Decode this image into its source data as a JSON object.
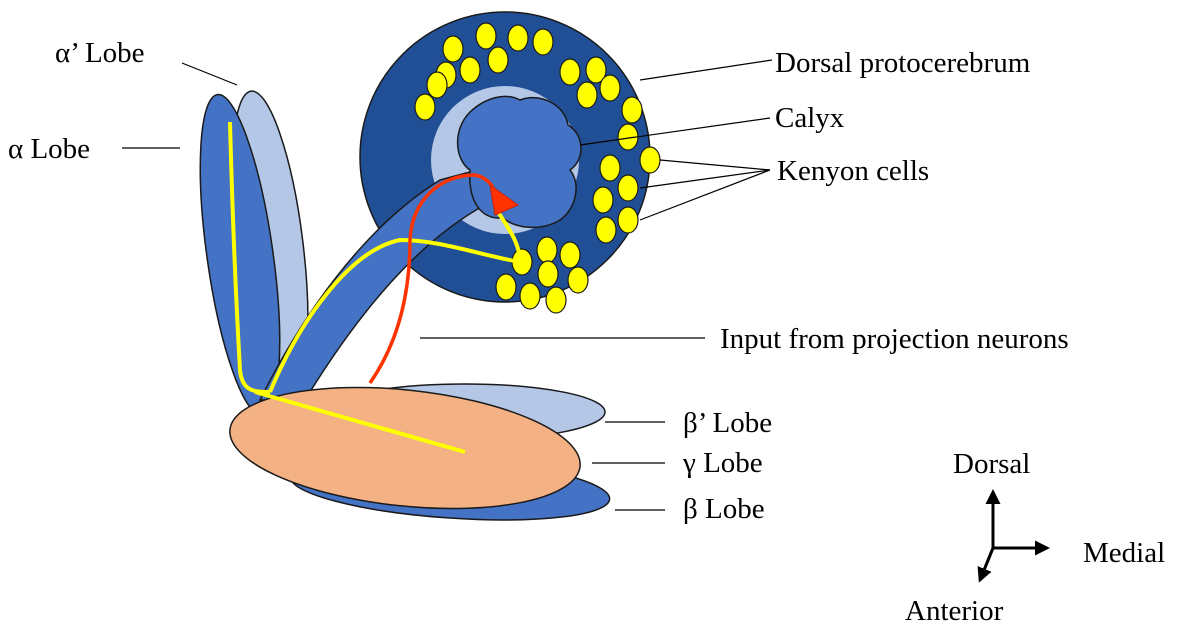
{
  "labels": {
    "alpha_prime_lobe": "α’ Lobe",
    "alpha_lobe": "α Lobe",
    "dorsal_protocerebrum": "Dorsal protocerebrum",
    "calyx": "Calyx",
    "kenyon_cells": "Kenyon cells",
    "input_projection": "Input from projection neurons",
    "beta_prime_lobe": "β’ Lobe",
    "gamma_lobe": "γ Lobe",
    "beta_lobe": "β Lobe"
  },
  "axes": {
    "dorsal": "Dorsal",
    "medial": "Medial",
    "anterior": "Anterior"
  },
  "colors": {
    "dark_blue": "#214f96",
    "mid_blue": "#4472c4",
    "light_blue": "#b4c7e7",
    "peach": "#f4b183",
    "yellow": "#ffff00",
    "red": "#ff3300"
  }
}
